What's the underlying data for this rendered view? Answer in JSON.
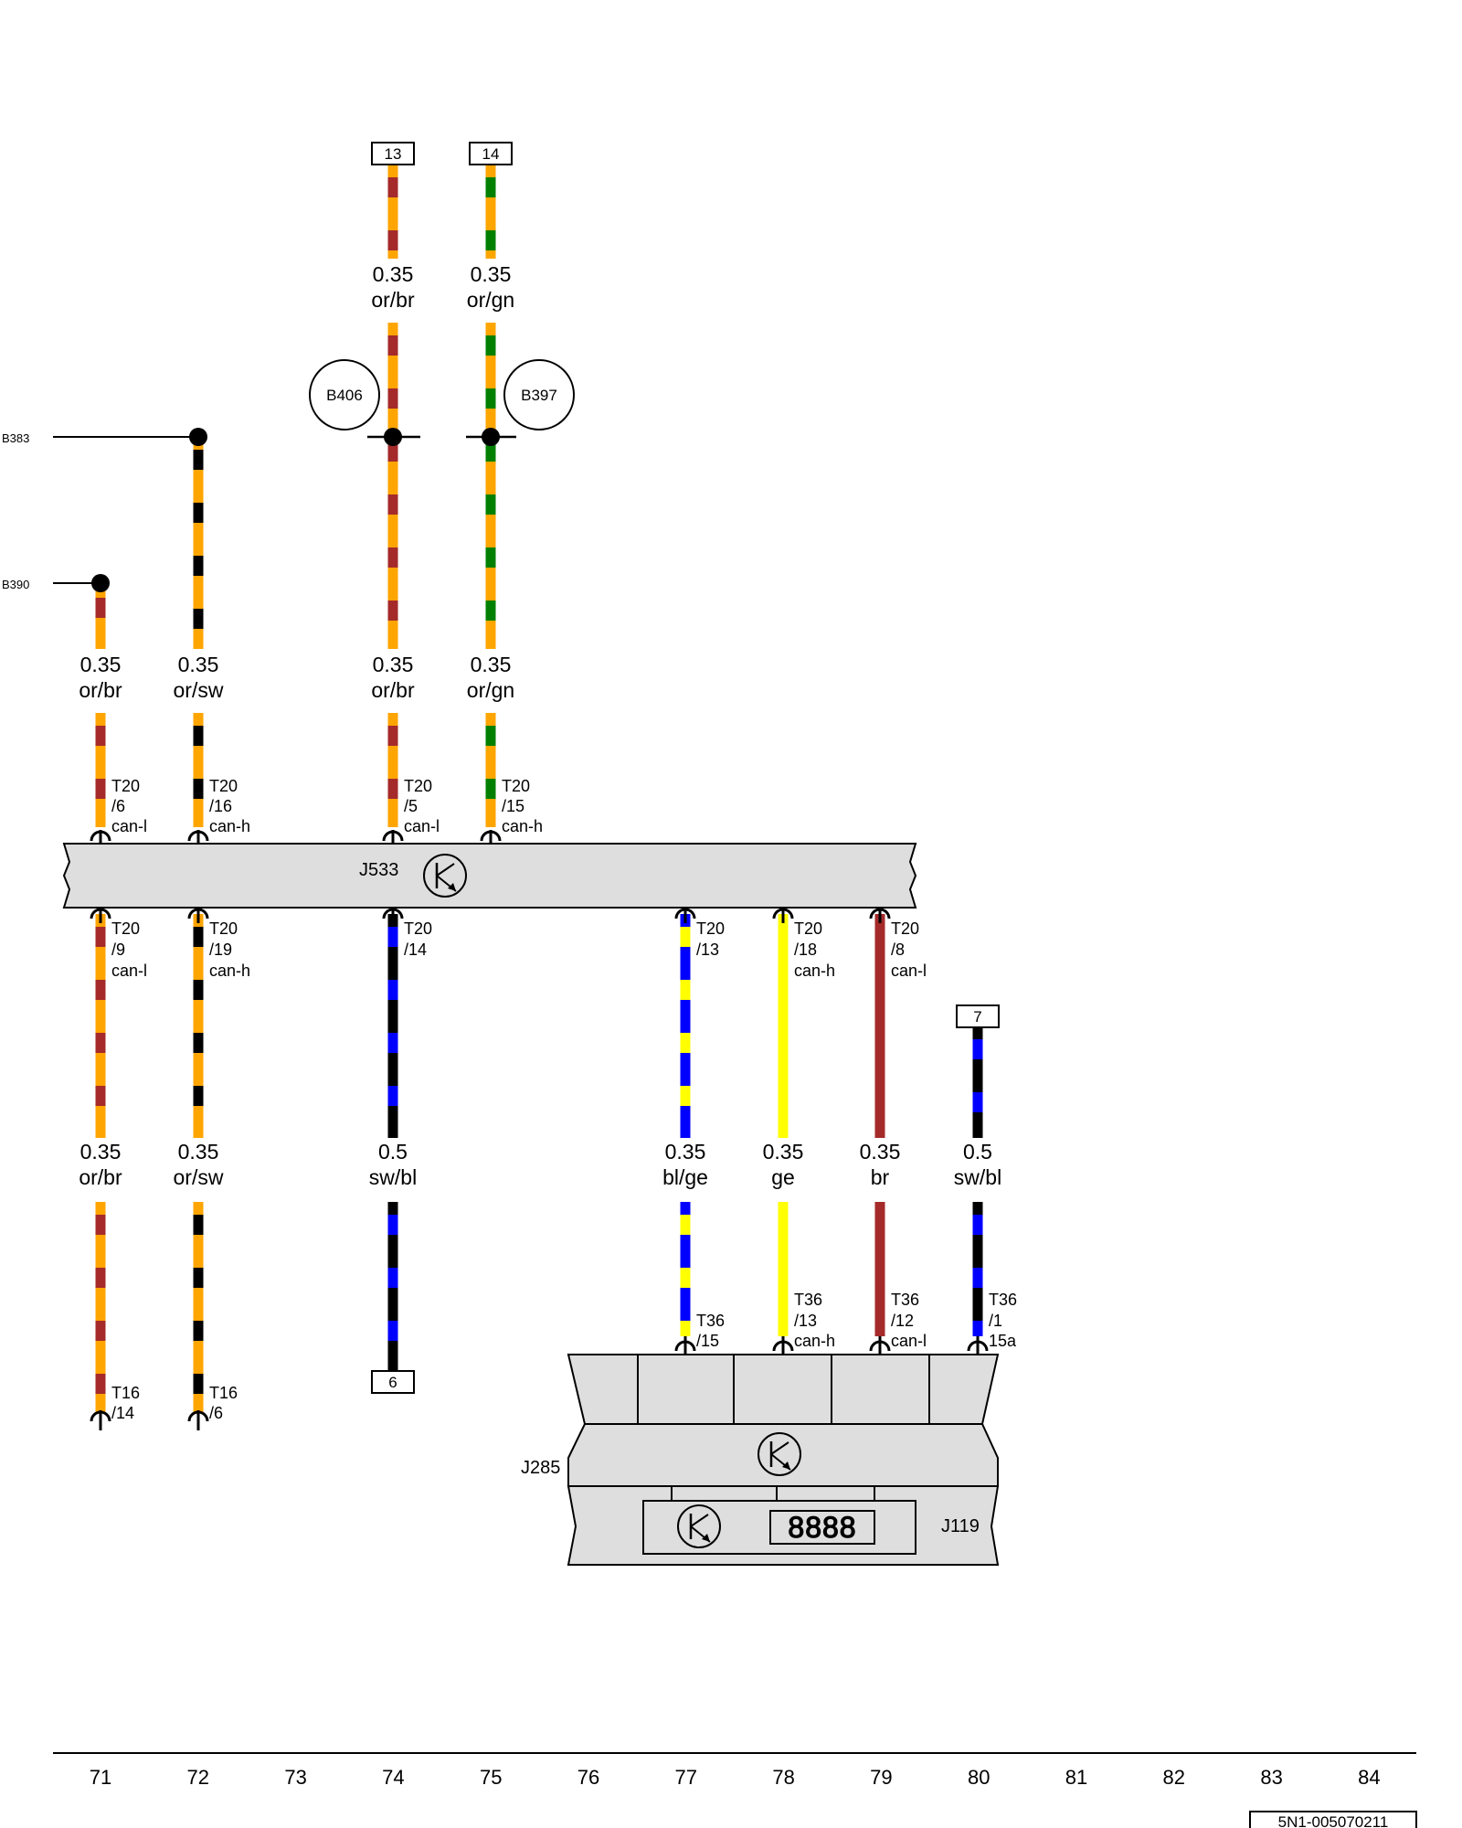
{
  "diagram_id": "5N1-005070211",
  "references": {
    "b383": "B383",
    "b390": "B390"
  },
  "connection_points": {
    "b406": "B406",
    "b397": "B397"
  },
  "components": {
    "gateway": "J533",
    "control_unit": "J285",
    "instrument_cluster": "J119",
    "display_digits": "8888"
  },
  "top_sources": {
    "w74": "13",
    "w75": "14"
  },
  "mid_spec": {
    "w74": {
      "size": "0.35",
      "color": "or/br"
    },
    "w75": {
      "size": "0.35",
      "color": "or/gn"
    }
  },
  "upper_specs": {
    "w71": {
      "size": "0.35",
      "color": "or/br"
    },
    "w72": {
      "size": "0.35",
      "color": "or/sw"
    },
    "w74": {
      "size": "0.35",
      "color": "or/br"
    },
    "w75": {
      "size": "0.35",
      "color": "or/gn"
    }
  },
  "upper_pins": {
    "w71": {
      "conn": "T20",
      "pin": "/6",
      "signal": "can-l"
    },
    "w72": {
      "conn": "T20",
      "pin": "/16",
      "signal": "can-h"
    },
    "w74": {
      "conn": "T20",
      "pin": "/5",
      "signal": "can-l"
    },
    "w75": {
      "conn": "T20",
      "pin": "/15",
      "signal": "can-h"
    }
  },
  "lower_pins": {
    "w71": {
      "conn": "T20",
      "pin": "/9",
      "signal": "can-l"
    },
    "w72": {
      "conn": "T20",
      "pin": "/19",
      "signal": "can-h"
    },
    "w74": {
      "conn": "T20",
      "pin": "/14",
      "signal": ""
    },
    "w77": {
      "conn": "T20",
      "pin": "/13",
      "signal": ""
    },
    "w78": {
      "conn": "T20",
      "pin": "/18",
      "signal": "can-h"
    },
    "w79": {
      "conn": "T20",
      "pin": "/8",
      "signal": "can-l"
    }
  },
  "source_w80": "7",
  "lower_specs": {
    "w71": {
      "size": "0.35",
      "color": "or/br"
    },
    "w72": {
      "size": "0.35",
      "color": "or/sw"
    },
    "w74": {
      "size": "0.5",
      "color": "sw/bl"
    },
    "w77": {
      "size": "0.35",
      "color": "bl/ge"
    },
    "w78": {
      "size": "0.35",
      "color": "ge"
    },
    "w79": {
      "size": "0.35",
      "color": "br"
    },
    "w80": {
      "size": "0.5",
      "color": "sw/bl"
    }
  },
  "end_pins": {
    "w71": {
      "conn": "T16",
      "pin": "/14"
    },
    "w72": {
      "conn": "T16",
      "pin": "/6"
    }
  },
  "end_ref_w74": "6",
  "j285_pins": {
    "w77": {
      "conn": "T36",
      "pin": "/15",
      "signal": ""
    },
    "w78": {
      "conn": "T36",
      "pin": "/13",
      "signal": "can-h"
    },
    "w79": {
      "conn": "T36",
      "pin": "/12",
      "signal": "can-l"
    },
    "w80": {
      "conn": "T36",
      "pin": "/1",
      "signal": "15a"
    }
  },
  "grid_numbers": [
    "71",
    "72",
    "73",
    "74",
    "75",
    "76",
    "77",
    "78",
    "79",
    "80",
    "81",
    "82",
    "83",
    "84"
  ],
  "wire_colors": {
    "or": "#FFA500",
    "br": "#A52A2A",
    "gn": "#008000",
    "sw": "#000000",
    "bl": "#0000FF",
    "ge": "#FFFF00"
  }
}
